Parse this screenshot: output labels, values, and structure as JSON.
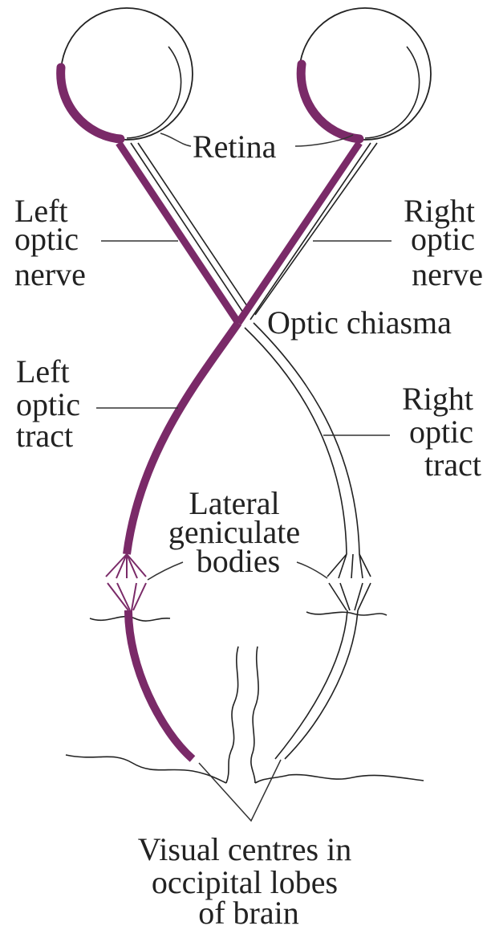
{
  "colors": {
    "nerve_purple": "#7a2a68",
    "outline": "#222222",
    "background": "#ffffff"
  },
  "labels": {
    "retina": "Retina",
    "left_optic_nerve": [
      "Left",
      "optic",
      "nerve"
    ],
    "right_optic_nerve": [
      "Right",
      "optic",
      "nerve"
    ],
    "optic_chiasma": "Optic chiasma",
    "left_optic_tract": [
      "Left",
      "optic",
      "tract"
    ],
    "right_optic_tract": [
      "Right",
      "optic",
      "tract"
    ],
    "lateral_geniculate_bodies": [
      "Lateral",
      "geniculate",
      "bodies"
    ],
    "visual_centres": [
      "Visual centres in",
      "occipital lobes",
      "of brain"
    ]
  }
}
